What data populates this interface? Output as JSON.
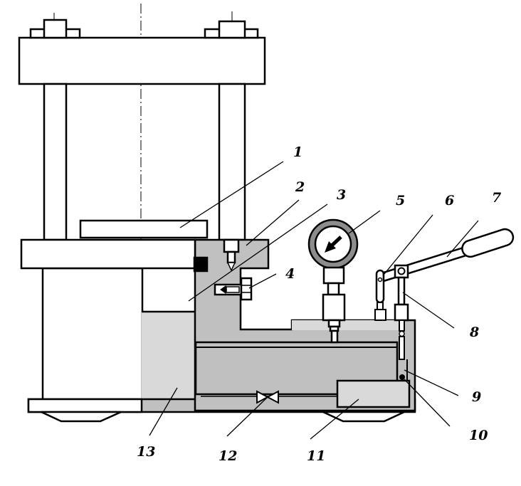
{
  "diagram": {
    "type": "hydraulic-press-schematic",
    "callouts": [
      {
        "id": "1",
        "label": "1"
      },
      {
        "id": "2",
        "label": "2"
      },
      {
        "id": "3",
        "label": "3"
      },
      {
        "id": "4",
        "label": "4"
      },
      {
        "id": "5",
        "label": "5"
      },
      {
        "id": "6",
        "label": "6"
      },
      {
        "id": "7",
        "label": "7"
      },
      {
        "id": "8",
        "label": "8"
      },
      {
        "id": "9",
        "label": "9"
      },
      {
        "id": "10",
        "label": "10"
      },
      {
        "id": "11",
        "label": "11"
      },
      {
        "id": "12",
        "label": "12"
      },
      {
        "id": "13",
        "label": "13"
      }
    ],
    "colors": {
      "line": "#000000",
      "fluid": "#c0c0c0",
      "fluid_light": "#d9d9d9",
      "background": "#ffffff"
    }
  }
}
